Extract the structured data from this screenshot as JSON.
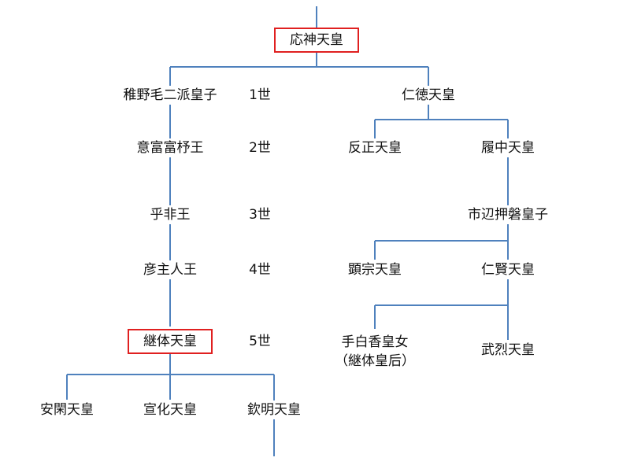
{
  "nodes": {
    "ojin": "応神天皇",
    "wakanuke": "稚野毛二派皇子",
    "ohoho": "意富富杼王",
    "ohi": "乎非王",
    "hikoushi": "彦主人王",
    "keitai": "継体天皇",
    "ankan": "安閑天皇",
    "senka": "宣化天皇",
    "kinmei": "欽明天皇",
    "nintoku": "仁徳天皇",
    "hanzei": "反正天皇",
    "richu": "履中天皇",
    "ichinobe": "市辺押磐皇子",
    "kenzo": "顕宗天皇",
    "ninken": "仁賢天皇",
    "tashiraka_line1": "手白香皇女",
    "tashiraka_line2": "（継体皇后）",
    "buretsu": "武烈天皇"
  },
  "generations": [
    "1世",
    "2世",
    "3世",
    "4世",
    "5世"
  ],
  "colors": {
    "connector": "#4f81bd",
    "highlight_border": "#e02020"
  }
}
